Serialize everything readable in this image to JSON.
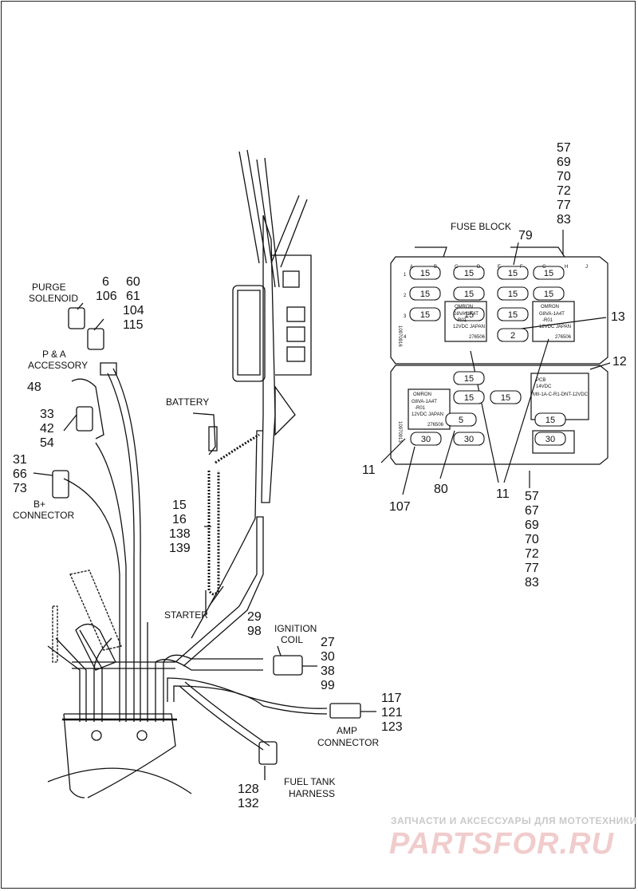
{
  "labels": {
    "purge_solenoid": [
      "PURGE",
      "SOLENOID"
    ],
    "pa_accessory": [
      "P & A",
      "ACCESSORY"
    ],
    "b_plus_connector": [
      "B+",
      "CONNECTOR"
    ],
    "battery": "BATTERY",
    "starter": "STARTER",
    "ignition_coil": [
      "IGNITION",
      "COIL"
    ],
    "amp_connector": [
      "AMP",
      "CONNECTOR"
    ],
    "fuel_tank_harness": [
      "FUEL TANK",
      "HARNESS"
    ],
    "fuse_block": "FUSE BLOCK"
  },
  "callouts": {
    "purge": [
      "6",
      "106"
    ],
    "purge_conn": [
      "60",
      "61",
      "104",
      "115"
    ],
    "pa": [
      "48",
      "33",
      "42",
      "54"
    ],
    "bplus": [
      "31",
      "66",
      "73"
    ],
    "starter_cable": [
      "15",
      "16",
      "138",
      "139"
    ],
    "ign_a": [
      "29",
      "98"
    ],
    "ign_b": [
      "27",
      "30",
      "38",
      "99"
    ],
    "amp": [
      "117",
      "121",
      "123"
    ],
    "fuel": [
      "128",
      "132"
    ],
    "fuse_top": [
      "57",
      "69",
      "70",
      "72",
      "77",
      "83"
    ],
    "fuse_79": "79",
    "fuse_13": "13",
    "fuse_12": "12",
    "fuse_11a": "11",
    "fuse_11b": "11",
    "fuse_107": "107",
    "fuse_80": "80",
    "fuse_bottom": [
      "57",
      "67",
      "69",
      "70",
      "72",
      "77",
      "83"
    ]
  },
  "fuse_block": {
    "upper_serial": "10970916",
    "lower_serial": "10970913",
    "column_letters": [
      "A",
      "B",
      "C",
      "D",
      "E",
      "F",
      "G",
      "H",
      "J"
    ],
    "row_numbers": [
      "1",
      "2",
      "3",
      "4"
    ],
    "upper_fuses": [
      "15",
      "15",
      "15",
      "15",
      "15",
      "15",
      "15",
      "15",
      "15",
      "15",
      "15",
      "2"
    ],
    "lower_fuses": [
      "15",
      "15",
      "15",
      "5",
      "30",
      "30",
      "15",
      "30"
    ],
    "relay_text": [
      "OMRON",
      "G8VA-1A4T",
      "-R01",
      "12VDC JAPAN",
      "276506"
    ],
    "module_text": [
      "PCB",
      "14VDC",
      "MII-1A-C-R1-DNT-12VDC"
    ]
  },
  "watermark": {
    "line1": "ЗАПЧАСТИ И АКСЕССУАРЫ ДЛЯ МОТОТЕХНИКИ",
    "line2": "PARTSFOR.RU"
  },
  "colors": {
    "ink": "#111111",
    "watermark_text": "#c9c9c9",
    "watermark_logo": "#f1cccc"
  }
}
